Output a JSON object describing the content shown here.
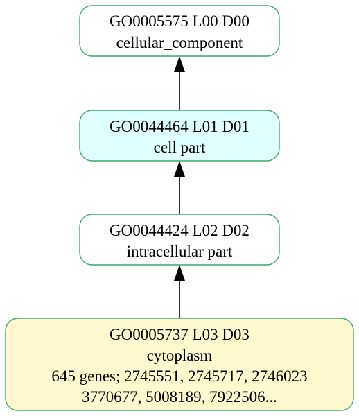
{
  "colors": {
    "node_border": "#3aaa6a",
    "edge": "#000000",
    "fill_default": "#ffffff",
    "fill_highlight": "#e0ffff",
    "fill_query": "#fff9cf"
  },
  "nodes": [
    {
      "id": "GO0005575",
      "lines": [
        "GO0005575 L00 D00",
        "cellular_component"
      ],
      "fill": "fill_default"
    },
    {
      "id": "GO0044464",
      "lines": [
        "GO0044464 L01 D01",
        "cell part"
      ],
      "fill": "fill_highlight"
    },
    {
      "id": "GO0044424",
      "lines": [
        "GO0044424 L02 D02",
        "intracellular part"
      ],
      "fill": "fill_default"
    },
    {
      "id": "GO0005737",
      "lines": [
        "GO0005737 L03 D03",
        "cytoplasm",
        "645 genes; 2745551, 2745717, 2746023",
        "3770677, 5008189, 7922506..."
      ],
      "fill": "fill_query"
    }
  ],
  "edges": [
    {
      "from": "GO0044464",
      "to": "GO0005575",
      "arrow": "to"
    },
    {
      "from": "GO0044424",
      "to": "GO0044464",
      "arrow": "to"
    },
    {
      "from": "GO0005737",
      "to": "GO0044424",
      "arrow": "to"
    }
  ]
}
